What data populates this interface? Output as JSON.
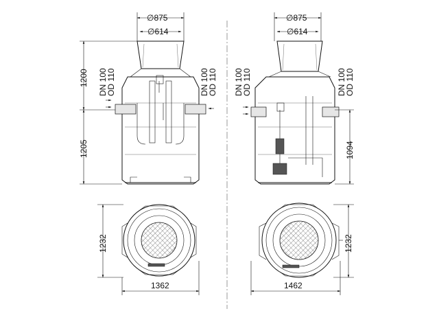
{
  "left_view": {
    "cover_outer_diameter": "∅875",
    "cover_inner_diameter": "∅614",
    "upper_height": "1200",
    "lower_height": "1205",
    "inlet_left_dn": "DN 100",
    "inlet_left_od": "OD 110",
    "inlet_right_dn": "DN 100",
    "inlet_right_od": "OD 110",
    "plan_height": "1232",
    "plan_width": "1362"
  },
  "right_view": {
    "cover_outer_diameter": "∅875",
    "cover_inner_diameter": "∅614",
    "outlet_left_dn": "DN 100",
    "outlet_left_od": "OD 110",
    "outlet_right_dn": "DN 100",
    "outlet_right_od": "OD 110",
    "lower_height": "1094",
    "plan_height": "1232",
    "plan_width": "1462"
  }
}
